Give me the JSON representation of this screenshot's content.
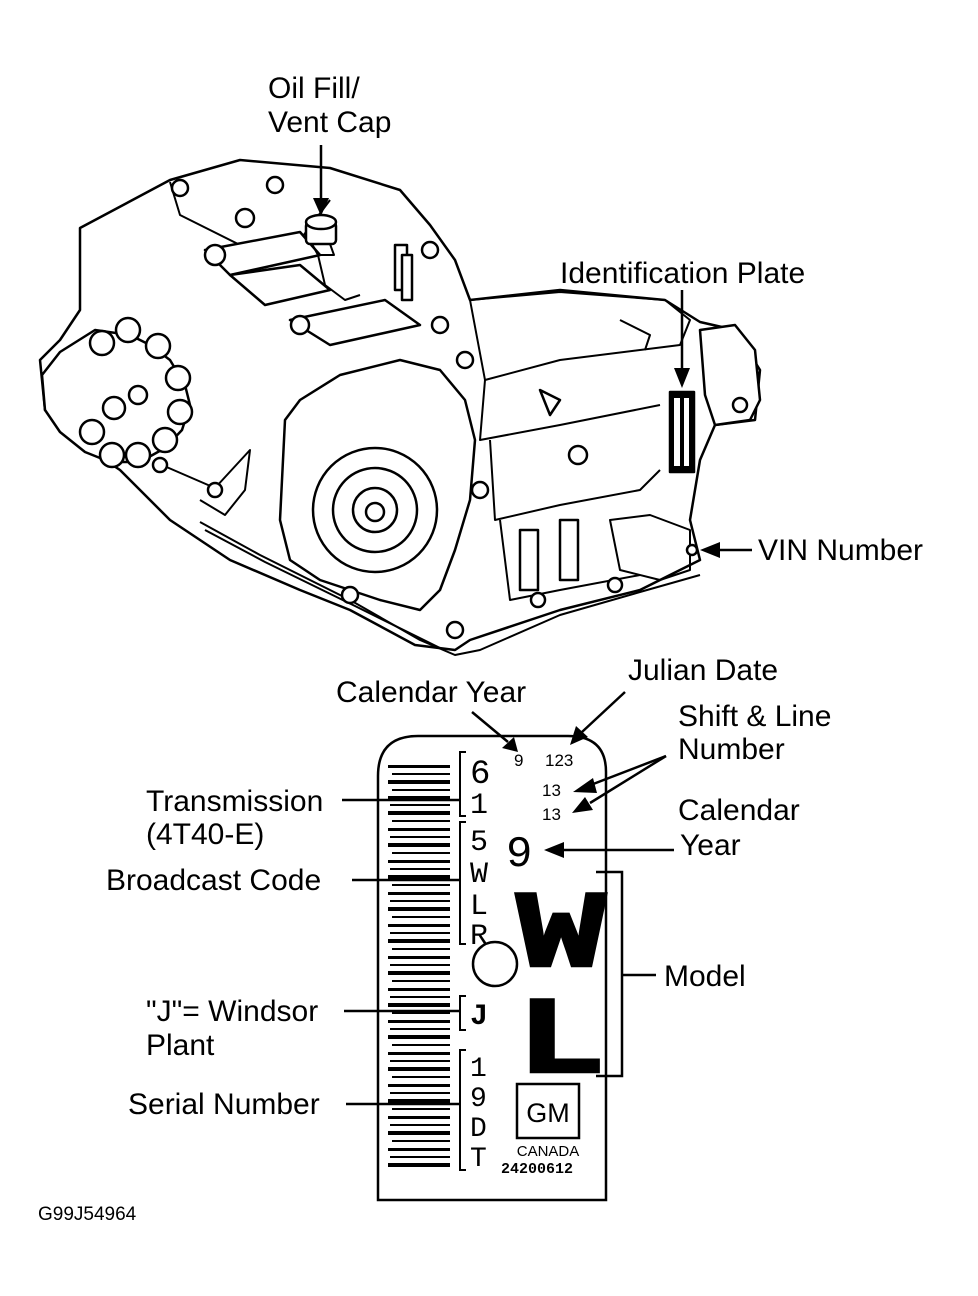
{
  "labels": {
    "oil_fill_line1": "Oil Fill/",
    "oil_fill_line2": "Vent Cap",
    "identification_plate": "Identification Plate",
    "vin_number": "VIN Number",
    "julian_date": "Julian Date",
    "calendar_year_top": "Calendar Year",
    "shift_line_1": "Shift & Line",
    "shift_line_2": "Number",
    "calendar_year_right_1": "Calendar",
    "calendar_year_right_2": "Year",
    "transmission_1": "Transmission",
    "transmission_2": "(4T40-E)",
    "broadcast_code": "Broadcast Code",
    "model": "Model",
    "windsor_1": "\"J\"= Windsor",
    "windsor_2": "Plant",
    "serial_number": "Serial Number",
    "figure_id": "G99J54964"
  },
  "plate": {
    "year_digit": "9",
    "julian": "123",
    "shift_1": "13",
    "shift_2": "13",
    "trans_chars": [
      "6",
      "1"
    ],
    "broadcast_chars": [
      "5",
      "W",
      "L",
      "R"
    ],
    "year_big": "9",
    "model_chars": [
      "W",
      "L"
    ],
    "plant_char": "J",
    "serial_chars": [
      "1",
      "9",
      "D",
      "T"
    ],
    "brand": "GM",
    "country": "CANADA",
    "part_number": "24200612"
  }
}
